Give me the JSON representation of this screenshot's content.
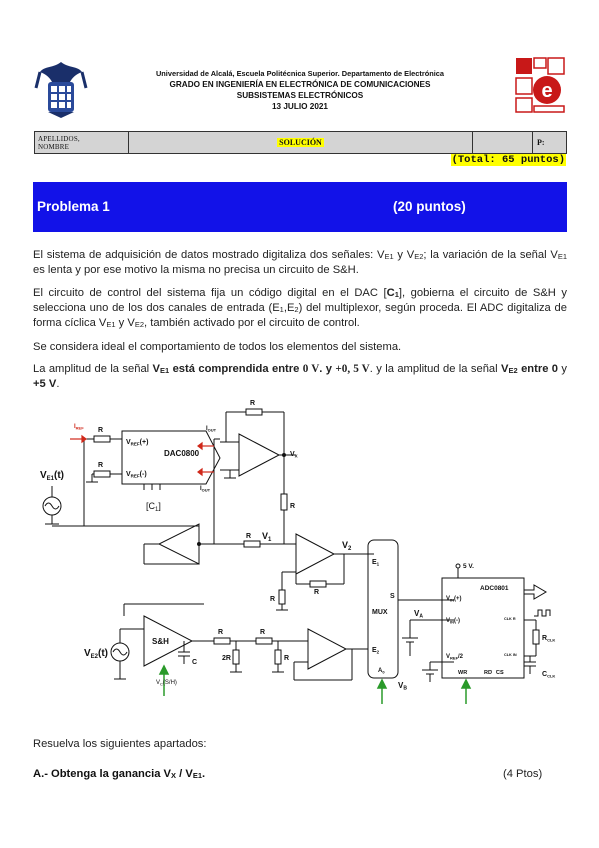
{
  "header": {
    "line1": "Universidad de Alcalá, Escuela Politécnica Superior. Departamento de Electrónica",
    "line2": "GRADO EN INGENIERÍA EN ELECTRÓNICA DE COMUNICACIONES",
    "line3": "SUBSISTEMAS ELECTRÓNICOS",
    "line4": "13 JULIO 2021"
  },
  "name_table": {
    "label_line1": "APELLIDOS,",
    "label_line2": "NOMBRE",
    "solution": "SOLUCIÓN",
    "p_label": "P:"
  },
  "total": "(Total: 65 puntos)",
  "banner": {
    "title": "Problema 1",
    "points": "(20 puntos)",
    "color": "#1212e8"
  },
  "paragraphs": {
    "p1_a": "El sistema de adquisición de datos mostrado digitaliza dos señales: V",
    "p1_b": "E1",
    "p1_c": " y V",
    "p1_d": "E2",
    "p1_e": "; la variación de la señal V",
    "p1_f": "E1",
    "p1_g": " es lenta y por ese motivo la misma no precisa un circuito de S&H.",
    "p2_a": "El circuito de control del sistema fija un código digital en el DAC [",
    "p2_b": "C",
    "p2_c": "1",
    "p2_d": "], gobierna el circuito de S&H y selecciona uno de los dos canales de entrada (E",
    "p2_e": "1",
    "p2_f": ",E",
    "p2_g": "2",
    "p2_h": ") del multiplexor, según proceda. El ADC digitaliza de forma cíclica V",
    "p2_i": "E1",
    "p2_j": " y V",
    "p2_k": "E2",
    "p2_l": ", también activado por el circuito de control.",
    "p3": "Se considera ideal el comportamiento de todos los elementos del sistema.",
    "p4_a": "La amplitud de la señal ",
    "p4_b": "V",
    "p4_c": "E1",
    "p4_d": " está comprendida entre ",
    "p4_e": "0 V",
    "p4_f": ". y ",
    "p4_g": "+0, 5 V",
    "p4_h": ". y la amplitud de la señal ",
    "p4_i": "V",
    "p4_j": "E2",
    "p4_k": " entre 0",
    "p4_l": " y ",
    "p4_m": "+5 V",
    "p4_n": "."
  },
  "circuit": {
    "dac_label": "DAC0800",
    "vref_plus": "V",
    "vref_plus_sub": "REF",
    "vref_plus_suffix": "(+)",
    "vref_minus_suffix": "(-)",
    "dots": "·······",
    "c1": "[C",
    "c1_sub": "1",
    "c1_end": "]",
    "iref": "I",
    "iref_sub": "REF",
    "iout": "I",
    "iout_sub": "OUT",
    "r": "R",
    "two_r": "2R",
    "c": "C",
    "vx": "V",
    "vx_sub": "X",
    "v1": "V",
    "v1_sub": "1",
    "v2": "V",
    "v2_sub": "2",
    "ve1": "V",
    "ve1_sub": "E1",
    "ve1_end": "(t)",
    "ve2": "V",
    "ve2_sub": "E2",
    "ve2_end": "(t)",
    "sh": "S&H",
    "vc": "V",
    "vc_sub": "C",
    "vc_end": "(S/H)",
    "mux": "MUX",
    "e1": "E",
    "e1_sub": "1",
    "e2": "E",
    "e2_sub": "2",
    "s": "S",
    "a0": "A",
    "a0_sub": "0",
    "va": "V",
    "va_sub": "A",
    "vb": "V",
    "vb_sub": "B",
    "five_v": "5 V.",
    "adc_label": "ADC0801",
    "vin_plus": "V",
    "vin_sub": "IN",
    "vin_plus_end": "(+)",
    "vin_minus_end": "(-)",
    "vref2": "V",
    "vref2_sub": "REF",
    "vref2_end": "/2",
    "clkr": "CLK R",
    "clkin": "CLK IN",
    "wr": "WR",
    "rd": "RD",
    "cs": "CS",
    "rclk": "R",
    "rclk_sub": "CLK",
    "cclk": "C",
    "cclk_sub": "CLK"
  },
  "instructions": "Resuelva los siguientes apartados:",
  "question_a": {
    "label_a": "A.- Obtenga la ganancia V",
    "label_b": "X",
    "label_c": " / V",
    "label_d": "E1",
    "label_e": ".",
    "points": "(4 Ptos)"
  }
}
